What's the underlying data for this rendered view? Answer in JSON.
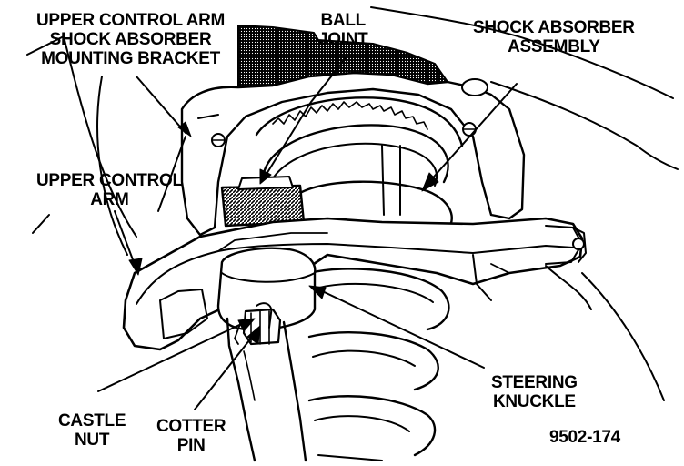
{
  "labels": {
    "upper_mount": [
      "UPPER CONTROL ARM",
      "SHOCK ABSORBER",
      "MOUNTING BRACKET"
    ],
    "ball_joint": [
      "BALL",
      "JOINT"
    ],
    "shock_assembly": [
      "SHOCK ABSORBER",
      "ASSEMBLY"
    ],
    "upper_arm": [
      "UPPER CONTROL",
      "ARM"
    ],
    "steering_knuckle": [
      "STEERING",
      "KNUCKLE"
    ],
    "castle_nut": [
      "CASTLE",
      "NUT"
    ],
    "cotter_pin": [
      "COTTER",
      "PIN"
    ],
    "figure_number": "9502-174"
  },
  "colors": {
    "ink": "#000000",
    "paper": "#ffffff"
  }
}
